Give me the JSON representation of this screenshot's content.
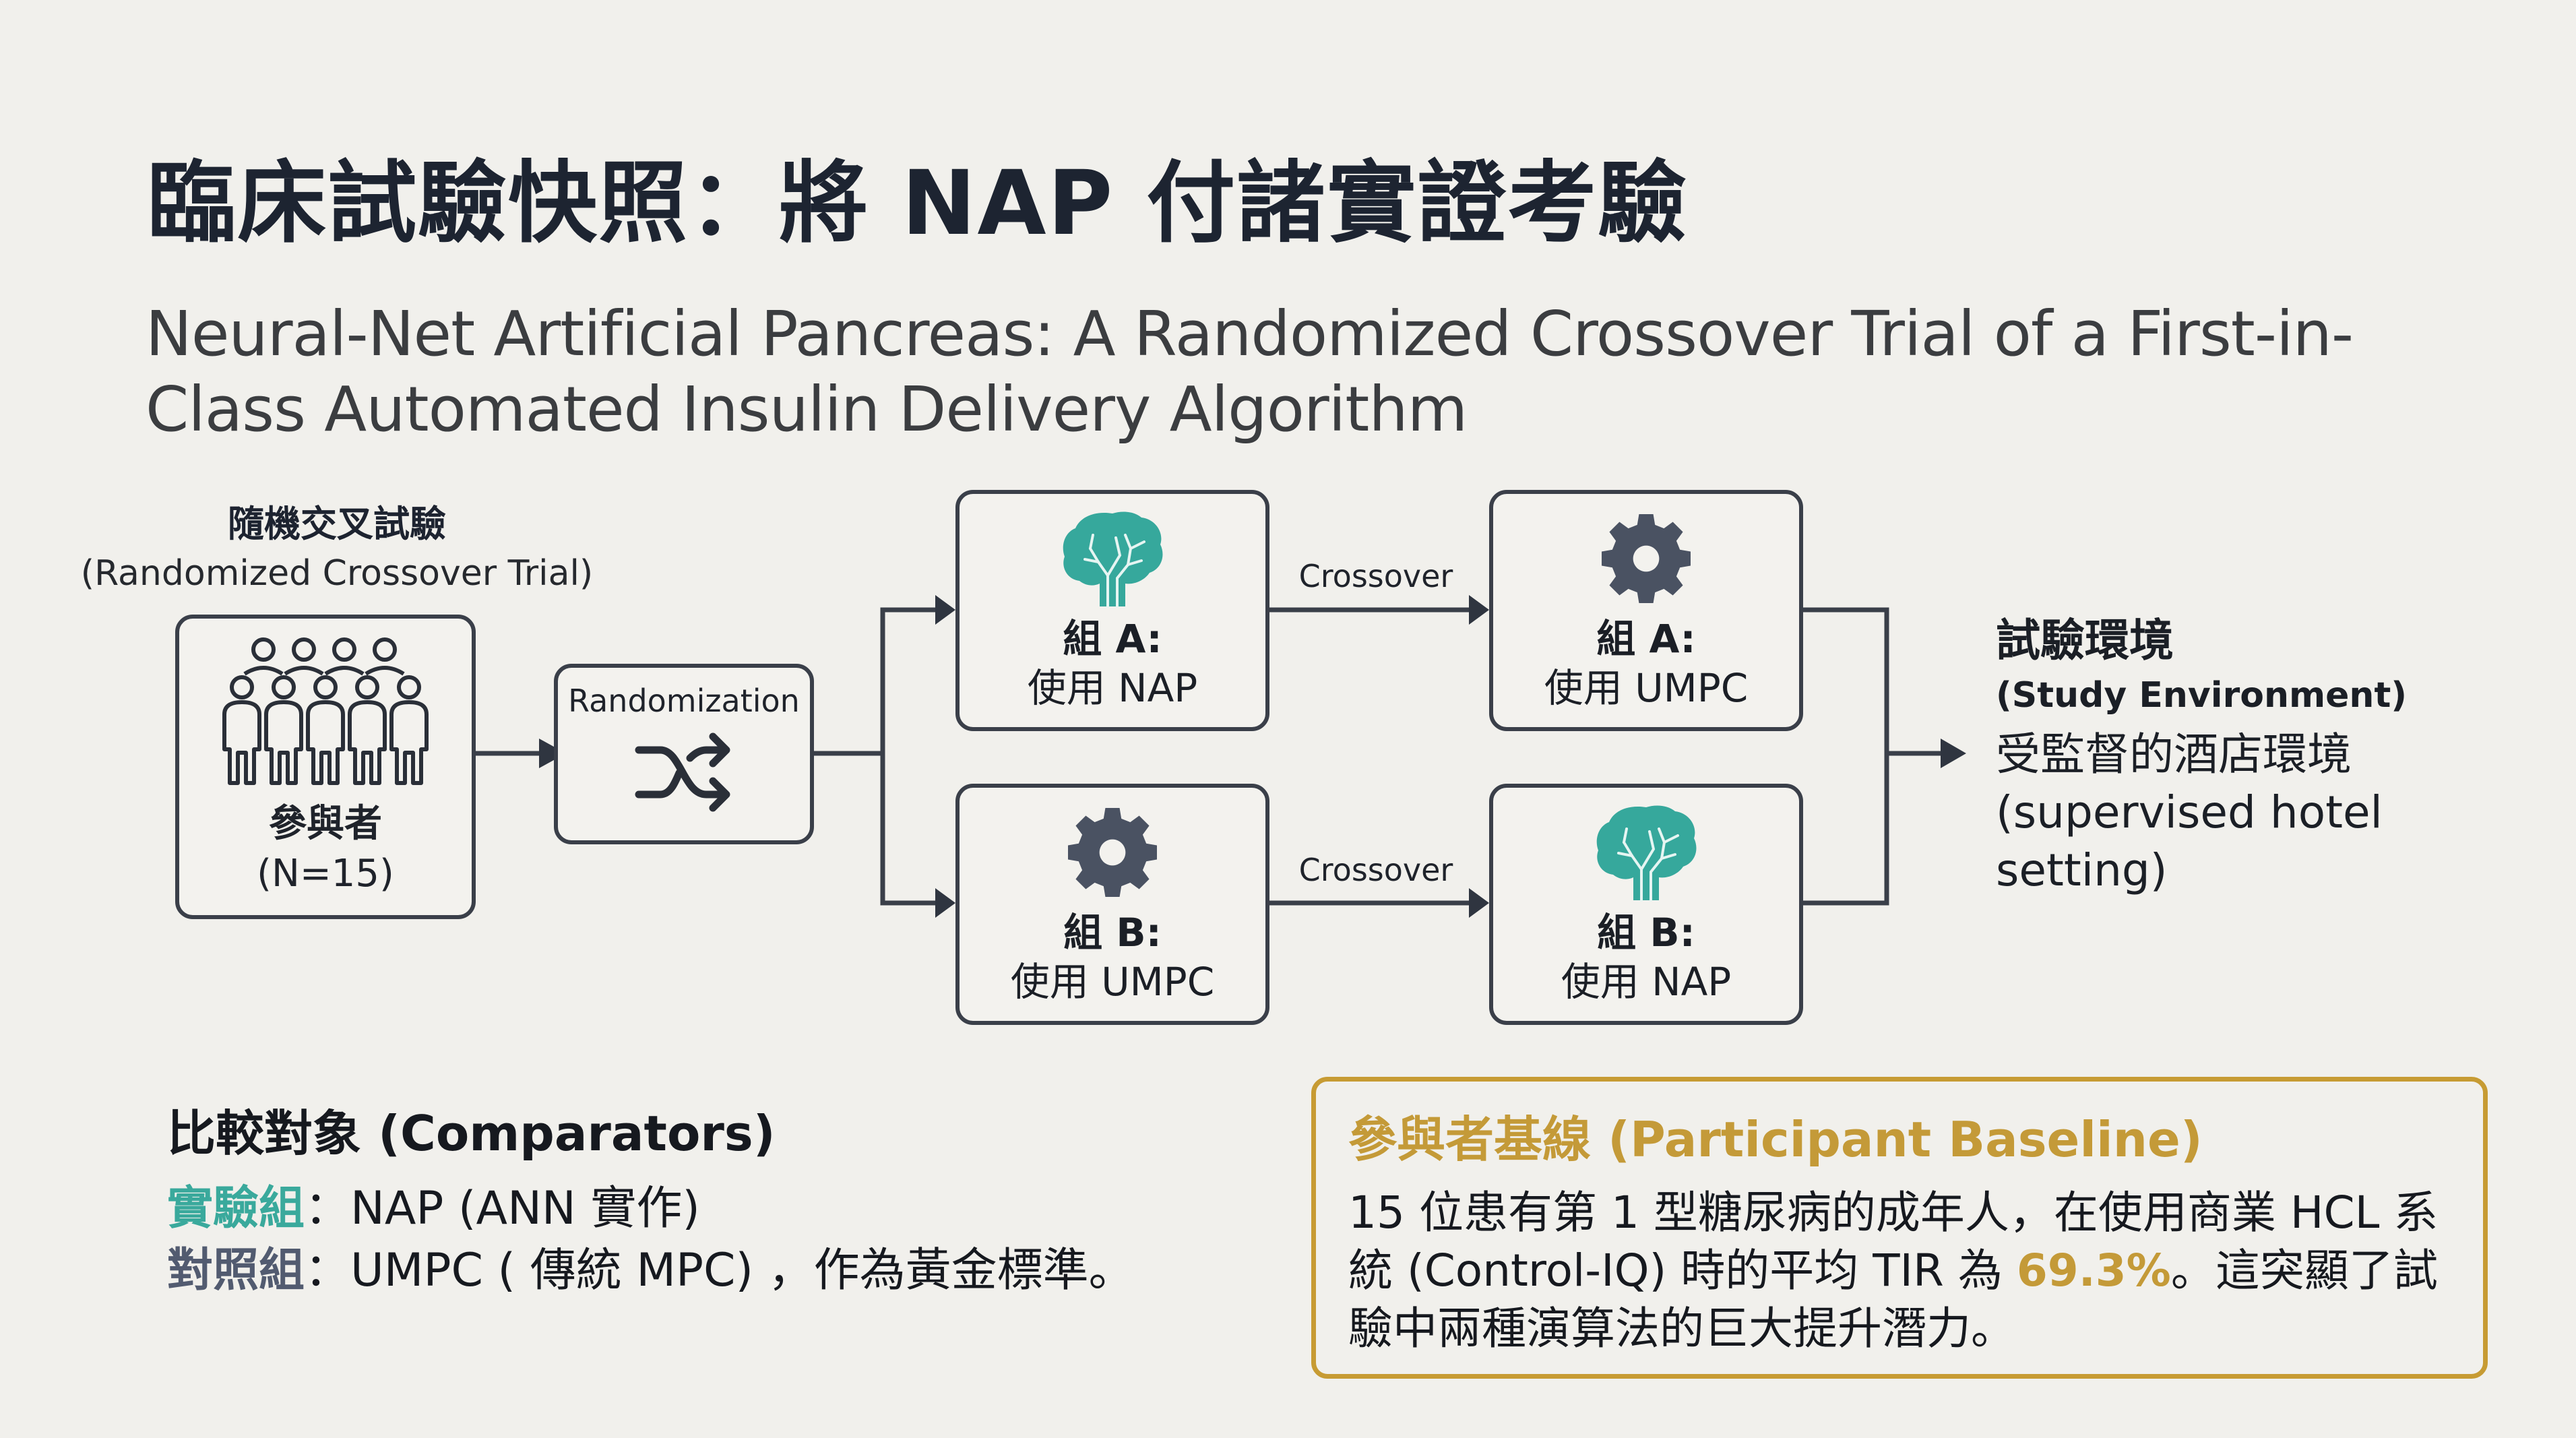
{
  "title": "臨床試驗快照：將 NAP 付諸實證考驗",
  "subtitle": "Neural-Net Artificial Pancreas: A Randomized Crossover Trial of a First-in-Class Automated Insulin Delivery Algorithm",
  "colors": {
    "background": "#f1f0ec",
    "line": "#3a3f49",
    "teal_accent": "#3aa99c",
    "slate_accent": "#525b70",
    "gold_accent": "#c49a38"
  },
  "design": {
    "label_zh": "隨機交叉試驗",
    "label_en": "(Randomized Crossover Trial)",
    "participants": {
      "icon": "people-group-icon",
      "label": "參與者",
      "count": "(N=15)"
    },
    "randomization": {
      "label": "Randomization",
      "icon": "shuffle-icon"
    },
    "crossover_label": "Crossover",
    "groups": [
      {
        "id": "group-a-period-1",
        "icon": "brain-icon",
        "group": "組 A:",
        "treatment": "使用 NAP"
      },
      {
        "id": "group-a-period-2",
        "icon": "gear-icon",
        "group": "組 A:",
        "treatment": "使用 UMPC"
      },
      {
        "id": "group-b-period-1",
        "icon": "gear-icon",
        "group": "組 B:",
        "treatment": "使用 UMPC"
      },
      {
        "id": "group-b-period-2",
        "icon": "brain-icon",
        "group": "組 B:",
        "treatment": "使用 NAP"
      }
    ]
  },
  "environment": {
    "heading_zh": "試驗環境",
    "heading_en": "(Study Environment)",
    "desc_zh": "受監督的酒店環境",
    "desc_en": "(supervised hotel setting)"
  },
  "comparators": {
    "heading": "比較對象 (Comparators)",
    "items": [
      {
        "key": "實驗組",
        "value": "：NAP (ANN 實作)"
      },
      {
        "key": "對照組",
        "value": "：UMPC ( 傳統 MPC) ，作為黃金標準。"
      }
    ]
  },
  "baseline": {
    "heading": "參與者基線 (Participant Baseline)",
    "text_before": "15 位患有第 1 型糖尿病的成年人，在使用商業 HCL 系統 (Control-IQ) 時的平均 TIR 為 ",
    "highlight": "69.3%",
    "text_after": "。這突顯了試驗中兩種演算法的巨大提升潛力。"
  }
}
